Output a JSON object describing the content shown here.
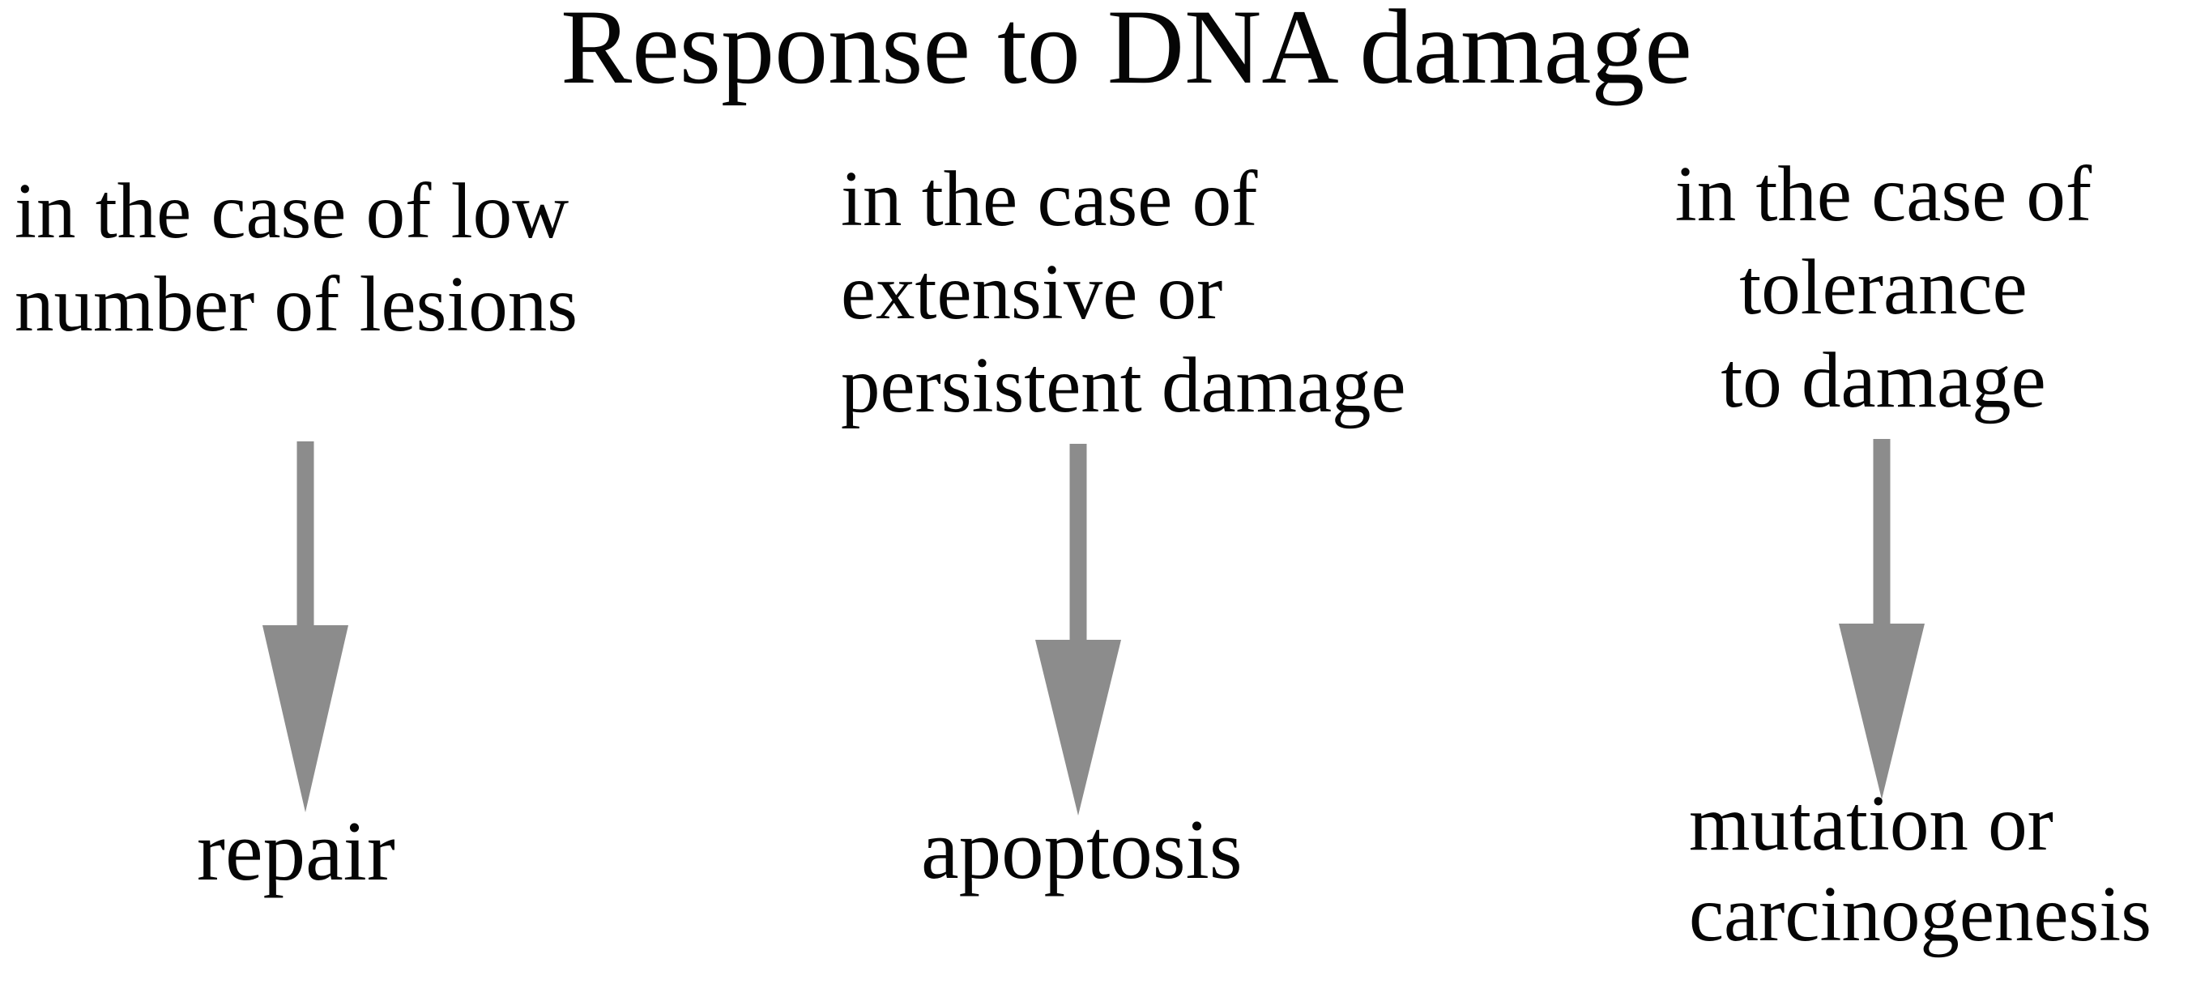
{
  "title": "Response to DNA damage",
  "colors": {
    "background": "#ffffff",
    "text": "#050505",
    "arrow": "#8c8c8c"
  },
  "columns": [
    {
      "id": "low-lesions",
      "condition_lines": [
        "in the case of low",
        "number of lesions"
      ],
      "arrow_icon": "down-arrow",
      "outcome_lines": [
        "repair"
      ]
    },
    {
      "id": "extensive-damage",
      "condition_lines": [
        "in the case of",
        "extensive or",
        "persistent damage"
      ],
      "arrow_icon": "down-arrow",
      "outcome_lines": [
        "apoptosis"
      ]
    },
    {
      "id": "tolerance",
      "condition_lines": [
        "in the case of",
        "tolerance",
        "to damage"
      ],
      "arrow_icon": "down-arrow",
      "outcome_lines": [
        "mutation or",
        "carcinogenesis"
      ]
    }
  ]
}
